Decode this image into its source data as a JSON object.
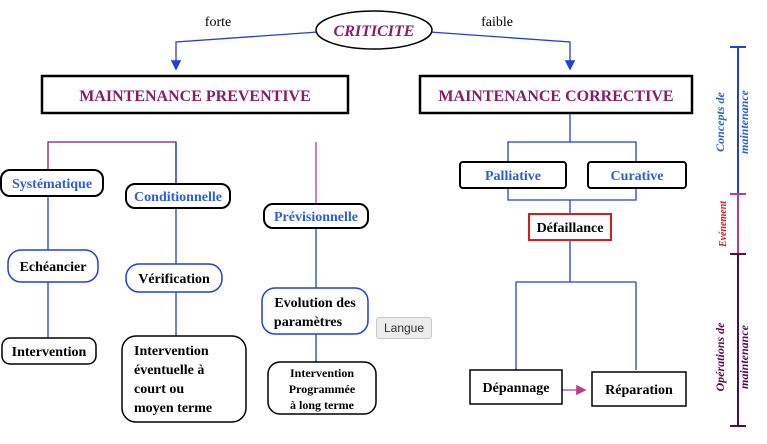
{
  "root": {
    "label": "CRITICITE",
    "left_edge": "forte",
    "right_edge": "faible"
  },
  "preventive": {
    "title": "MAINTENANCE PREVENTIVE",
    "systematique": "Systématique",
    "conditionnelle": "Conditionnelle",
    "previsionnelle": "Prévisionnelle",
    "echeancier": "Echéancier",
    "verification": "Vérification",
    "evolution": [
      "Evolution des",
      "paramètres"
    ],
    "intervention": "Intervention",
    "intervention_eventuelle": [
      "Intervention",
      "éventuelle  à",
      "court ou",
      "moyen terme"
    ],
    "intervention_programmee": [
      "Intervention",
      "Programmée",
      "à long terme"
    ]
  },
  "corrective": {
    "title": "MAINTENANCE CORRECTIVE",
    "palliative": "Palliative",
    "curative": "Curative",
    "defaillance": "Défaillance",
    "depannage": "Dépannage",
    "reparation": "Réparation"
  },
  "side_scale": {
    "concepts": [
      "Concepts de",
      "maintenance"
    ],
    "evenement": "Evénement",
    "operations": [
      "Opérations de",
      "maintenance"
    ]
  },
  "tooltip": "Langue",
  "colors": {
    "blue": "#1f3fe0",
    "purple": "#8a1a6a",
    "magenta": "#c03a8a",
    "red": "#e01818",
    "accent_text_blue": "#2b5fd9"
  }
}
